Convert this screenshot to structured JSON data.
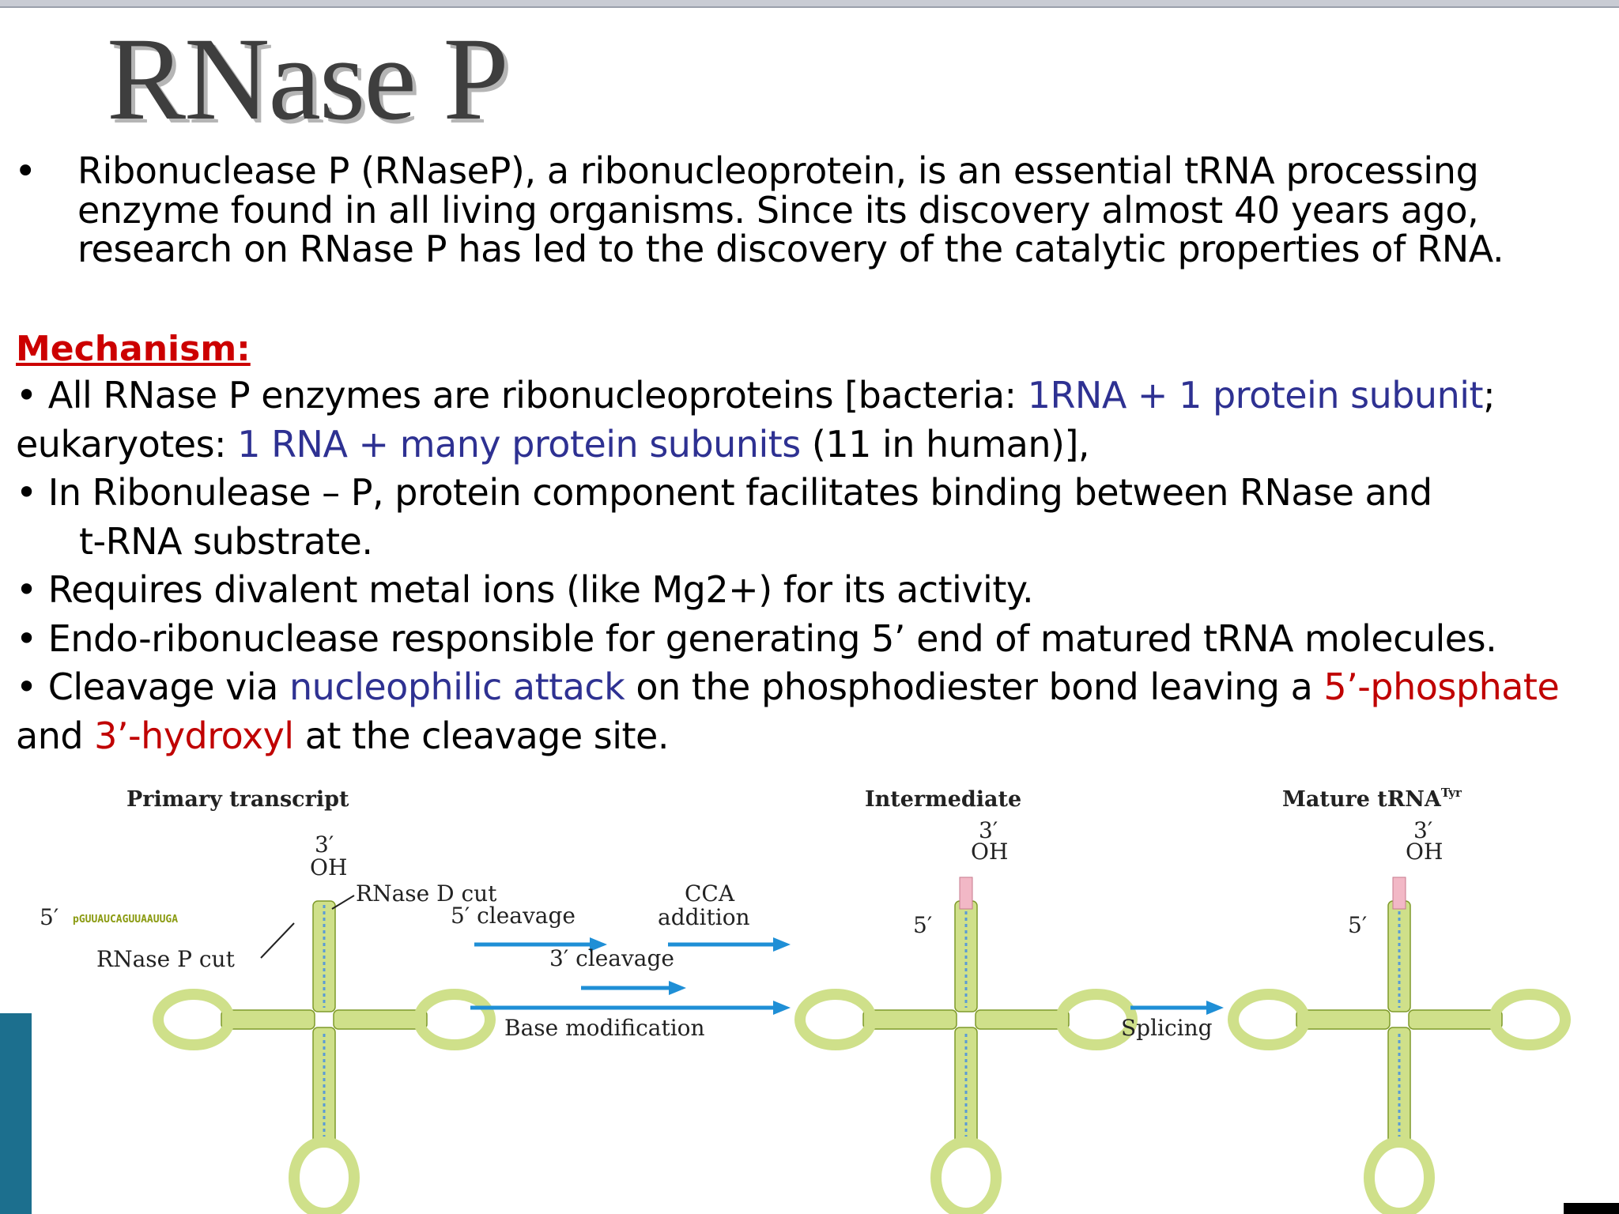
{
  "title": "RNase P",
  "intro": {
    "bullet": "•",
    "text": "Ribonuclease P (RNaseP), a ribonucleoprotein, is an essential tRNA processing enzyme found in all living organisms. Since its discovery almost 40 years ago, research on RNase P has led to the discovery of the catalytic properties of RNA."
  },
  "mechanism": {
    "heading": "Mechanism:",
    "b1_pre": "• All RNase P enzymes are ribonucleoproteins [bacteria: ",
    "b1_blue1": "1RNA + 1 protein subunit",
    "b1_mid": ";",
    "b1_line2_pre": "eukaryotes: ",
    "b1_blue2": "1 RNA + many protein subunits",
    "b1_post": " (11 in human)],",
    "b2_line1": "• In Ribonulease – P, protein component  facilitates binding between RNase and",
    "b2_line2": "t-RNA substrate.",
    "b3": "• Requires divalent metal ions (like Mg2+) for its activity.",
    "b4": "• Endo-ribonuclease responsible for generating 5’ end of matured tRNA molecules.",
    "b5_pre": "• Cleavage via ",
    "b5_blue": "nucleophilic attack",
    "b5_mid": " on the phosphodiester bond leaving a ",
    "b5_red1": "5’-phosphate",
    "b5_line2_pre": "and ",
    "b5_red2": "3’-hydroxyl",
    "b5_post": " at the cleavage site."
  },
  "figure": {
    "primary_label": "Primary transcript",
    "intermediate_label": "Intermediate",
    "mature_label": "Mature tRNA",
    "mature_sup": "Tyr",
    "three_prime": "3′",
    "oh": "OH",
    "five_prime": "5′",
    "leader_seq": "pGUUAUCAGUUAAUUGA",
    "rnase_d_cut": "RNase D cut",
    "rnase_p_cut": "RNase P cut",
    "five_cleavage": "5′ cleavage",
    "cca_line1": "CCA",
    "cca_line2": "addition",
    "three_cleavage": "3′ cleavage",
    "base_modification": "Base modification",
    "splicing": "Splicing"
  },
  "colors": {
    "heading_red": "#cc0000",
    "accent_blue": "#2e3192",
    "accent_red": "#c00000",
    "arrow_blue": "#1f8fd6",
    "nucleotide_green": "#cfe08a",
    "modified_pink": "#f2b8c6"
  }
}
